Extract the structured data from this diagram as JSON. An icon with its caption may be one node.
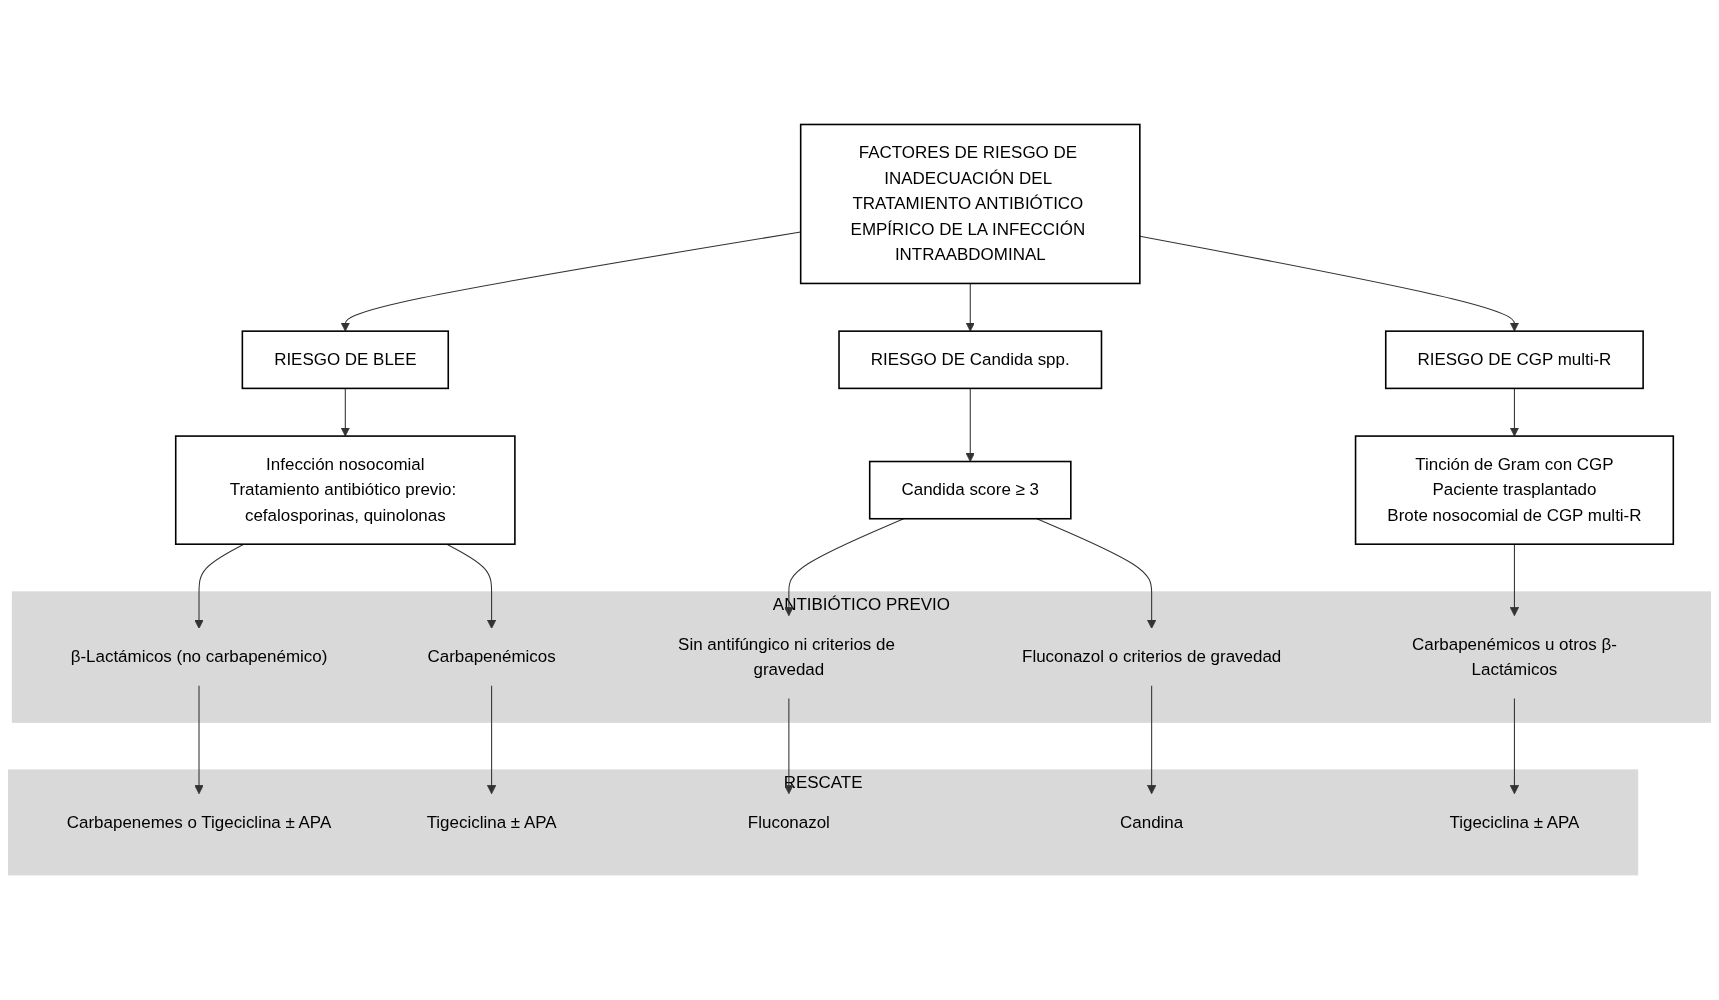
{
  "diagram": {
    "nodes": [
      {
        "text": [
          "FACTORES DE RIESGO DE INADECUACIÓN DEL TRATAMIENTO ANTIBIÓTICO EMPÍRICO DE LA INFECCIÓN INTRAABDOMINAL"
        ]
      },
      {
        "text": [
          "RIESGO DE BLEE"
        ]
      },
      {
        "text": [
          "RIESGO DE Candida spp."
        ]
      },
      {
        "text": [
          "RIESGO DE CGP multi-R"
        ]
      },
      {
        "text": [
          "Infección nosocomial",
          "Tratamiento antibiótico previo: cefalosporinas, quinolonas"
        ]
      },
      {
        "text": [
          "Candida score ≥ 3"
        ]
      },
      {
        "text": [
          "Tinción de Gram con CGP",
          "Paciente trasplantado",
          "Brote nosocomial de CGP multi-R"
        ]
      },
      {
        "text": [
          "ANTIBIÓTICO PREVIO"
        ]
      },
      {
        "text": [
          "β-Lactámicos (no carbapenémico)"
        ],
        "in": 7
      },
      {
        "text": [
          "Carbapenémicos"
        ],
        "in": 7
      },
      {
        "text": [
          "Sin antifúngico ni criterios de gravedad"
        ],
        "in": 7
      },
      {
        "text": [
          "Fluconazol o criterios de gravedad"
        ],
        "in": 7
      },
      {
        "text": [
          "Carbapenémicos u otros β-Lactámicos"
        ],
        "in": 7
      },
      {
        "text": [
          "RESCATE"
        ]
      },
      {
        "text": [
          "Carbapenemes o Tigeciclina ± APA"
        ],
        "in": 13
      },
      {
        "text": [
          "Tigeciclina ± APA"
        ],
        "in": 13
      },
      {
        "text": [
          "Fluconazol"
        ],
        "in": 13
      },
      {
        "text": [
          "Candina"
        ],
        "in": 13
      },
      {
        "text": [
          "Tigeciclina ± APA"
        ],
        "in": 13
      }
    ],
    "edges": [
      {
        "from": 0,
        "to": 1,
        "arrow": "to"
      },
      {
        "from": 0,
        "to": 2,
        "arrow": "to"
      },
      {
        "from": 0,
        "to": 3,
        "arrow": "to"
      },
      {
        "from": 1,
        "to": 4,
        "arrow": "to"
      },
      {
        "from": 2,
        "to": 5,
        "arrow": "to"
      },
      {
        "from": 3,
        "to": 6,
        "arrow": "to"
      },
      {
        "from": 4,
        "to": 8,
        "arrow": "to"
      },
      {
        "from": 4,
        "to": 9,
        "arrow": "to"
      },
      {
        "from": 5,
        "to": 10,
        "arrow": "to"
      },
      {
        "from": 5,
        "to": 11,
        "arrow": "to"
      },
      {
        "from": 6,
        "to": 12,
        "arrow": "to"
      },
      {
        "from": 8,
        "to": 14,
        "arrow": "to"
      },
      {
        "from": 9,
        "to": 15,
        "arrow": "to"
      },
      {
        "from": 10,
        "to": 16,
        "arrow": "to"
      },
      {
        "from": 11,
        "to": 17,
        "arrow": "to"
      },
      {
        "from": 12,
        "to": 18,
        "arrow": "to"
      }
    ]
  }
}
